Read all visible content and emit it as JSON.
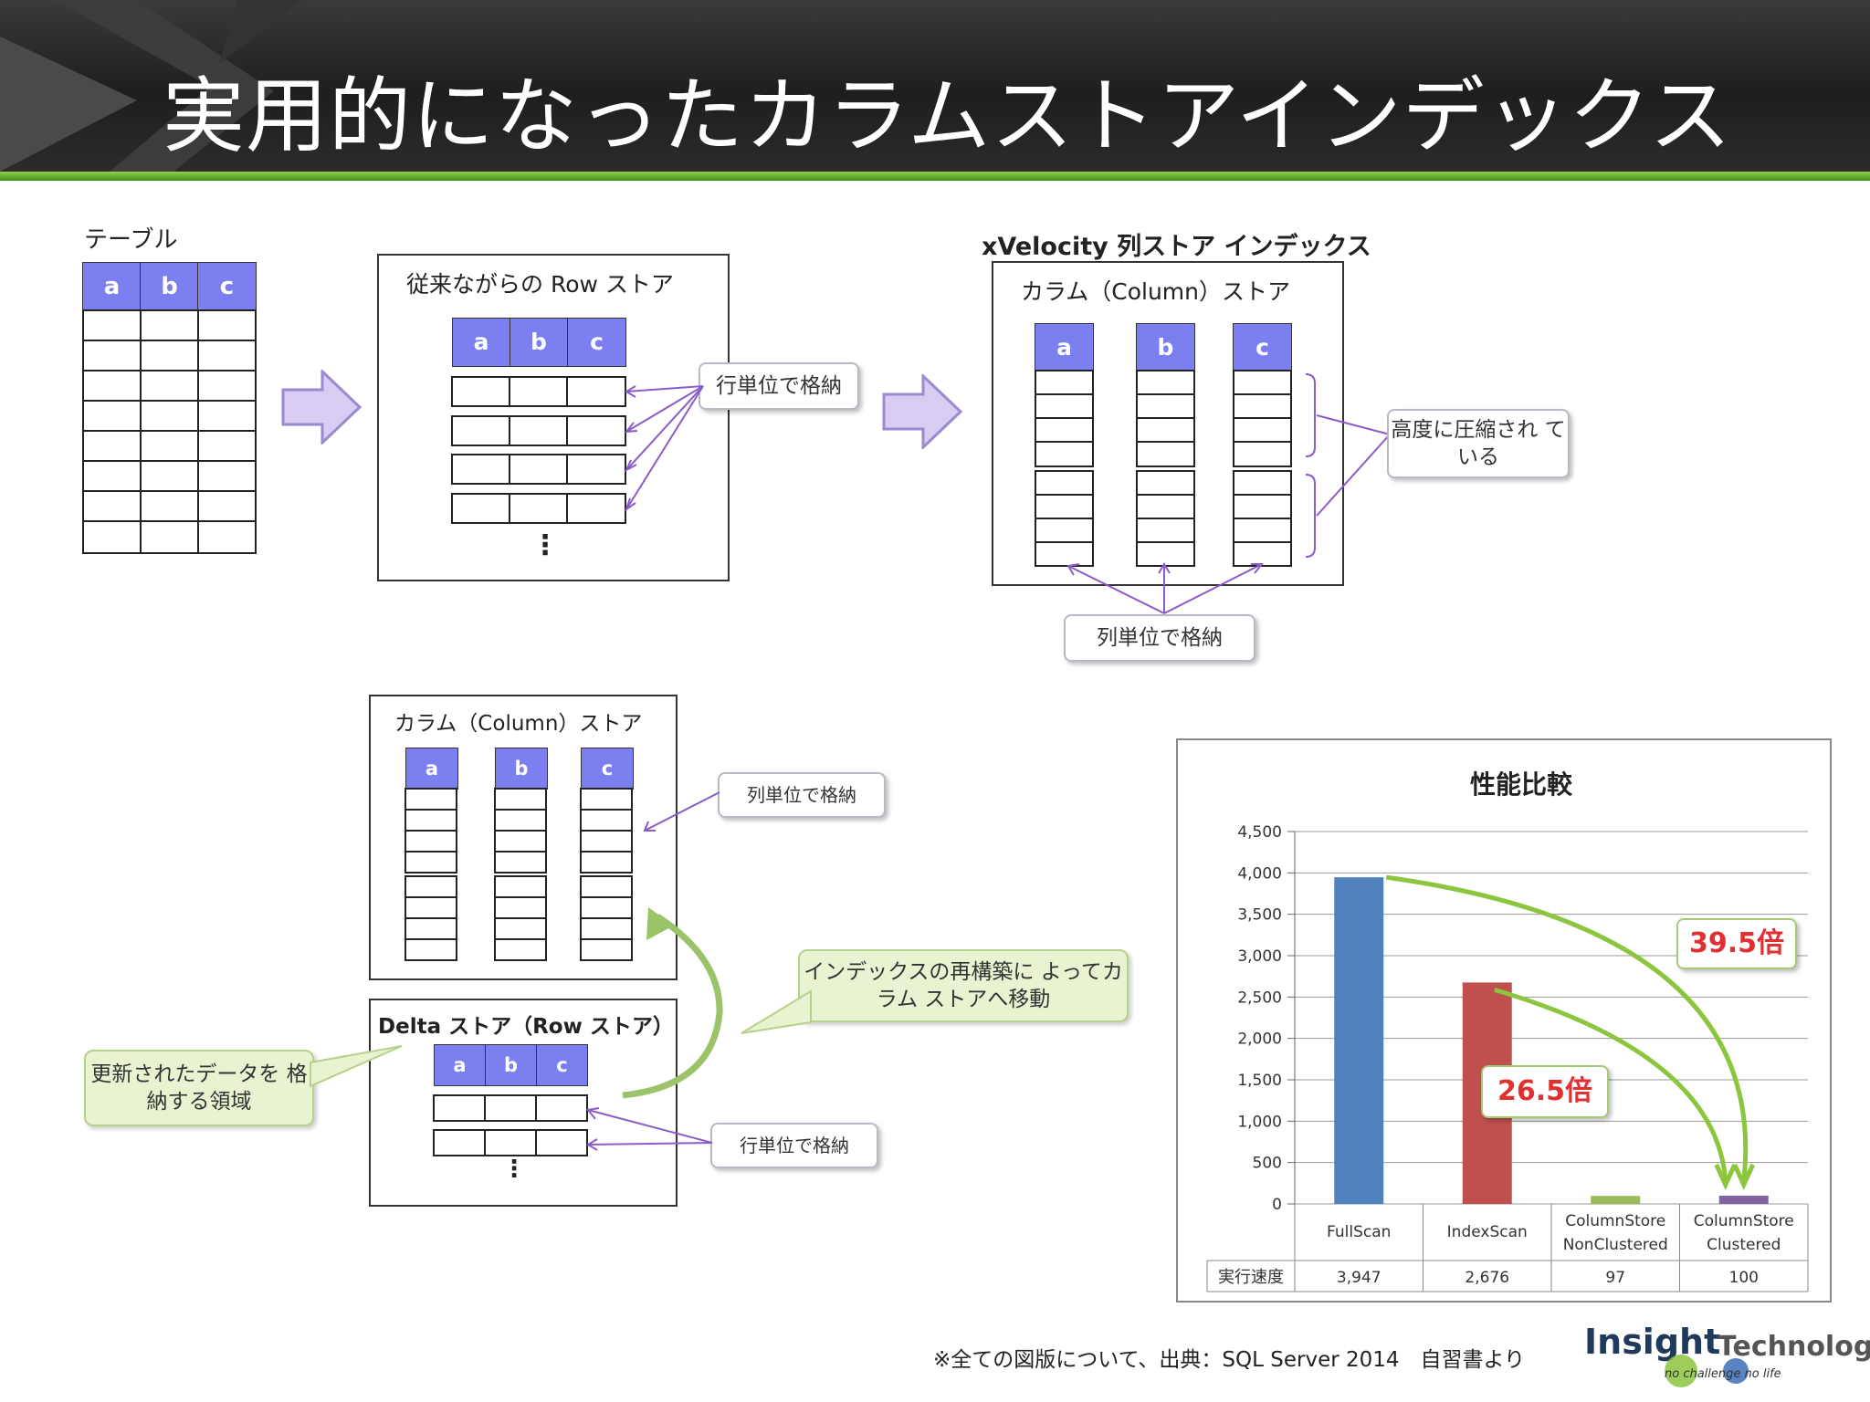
{
  "slide_title": "実用的になったカラムストアインデックス",
  "table_section": {
    "label": "テーブル",
    "columns": [
      "a",
      "b",
      "c"
    ]
  },
  "row_store": {
    "title": "従来ながらの Row ストア",
    "columns": [
      "a",
      "b",
      "c"
    ],
    "ellipsis": "⋮",
    "callout": "行単位で格納"
  },
  "xvelocity": {
    "heading": "xVelocity 列ストア インデックス",
    "title": "カラム（Column）ストア",
    "columns": [
      "a",
      "b",
      "c"
    ],
    "compress_callout": "高度に圧縮され ている",
    "column_callout": "列単位で格納"
  },
  "bottom_diagram": {
    "column_store_title": "カラム（Column）ストア",
    "columns": [
      "a",
      "b",
      "c"
    ],
    "column_callout": "列単位で格納",
    "delta_title": "Delta ストア（Row ストア）",
    "delta_columns": [
      "a",
      "b",
      "c"
    ],
    "delta_ellipsis": "⋮",
    "row_callout": "行単位で格納",
    "rebuild_callout": "インデックスの再構築に よってカラム ストアへ移動",
    "update_callout": "更新されたデータを 格納する領域"
  },
  "chart_data": {
    "type": "bar",
    "title": "性能比較",
    "categories": [
      "FullScan",
      "IndexScan",
      "ColumnStore NonClustered",
      "ColumnStore Clustered"
    ],
    "category_lines": [
      [
        "FullScan"
      ],
      [
        "IndexScan"
      ],
      [
        "ColumnStore",
        "NonClustered"
      ],
      [
        "ColumnStore",
        "Clustered"
      ]
    ],
    "series": [
      {
        "name": "実行速度",
        "values": [
          3947,
          2676,
          97,
          100
        ]
      }
    ],
    "value_labels": [
      "3,947",
      "2,676",
      "97",
      "100"
    ],
    "bar_colors": [
      "#4f81bd",
      "#c0504d",
      "#9bbb59",
      "#8064a2"
    ],
    "yticks": [
      "0",
      "500",
      "1,000",
      "1,500",
      "2,000",
      "2,500",
      "3,000",
      "3,500",
      "4,000",
      "4,500"
    ],
    "ylim": [
      0,
      4500
    ],
    "grid": true,
    "data_table_row_label": "実行速度",
    "annotations": [
      "39.5倍",
      "26.5倍"
    ]
  },
  "footer": {
    "source_note": "※全ての図版について、出典：SQL Server 2014　自習書より",
    "logo_main": "Insight",
    "logo_sub": "Technology",
    "logo_tagline": "no challenge no life"
  },
  "colors": {
    "header_cell": "#7b7ff0",
    "accent_green": "#5aaa28",
    "arrow_purple": "#8a5cc8"
  }
}
